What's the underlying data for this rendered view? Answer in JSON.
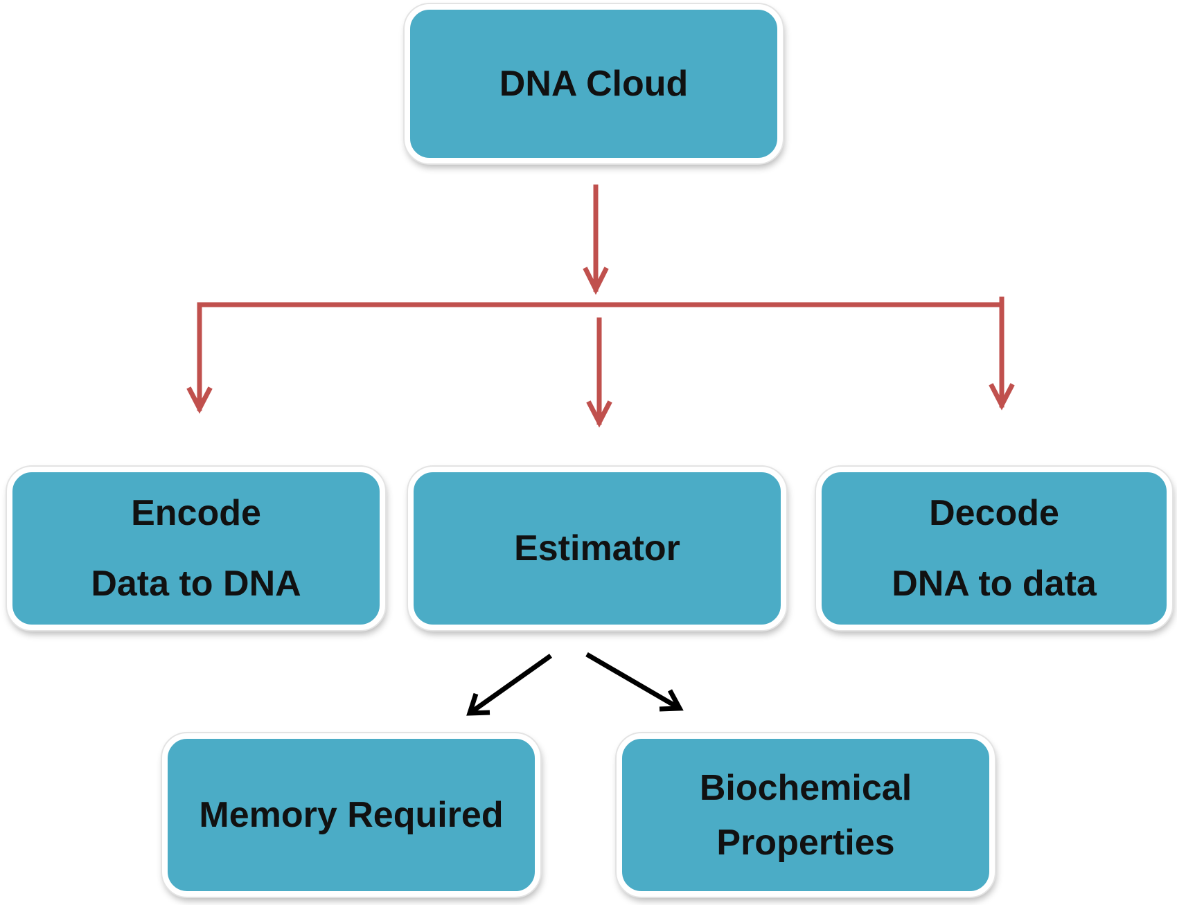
{
  "nodes": {
    "root": {
      "label": "DNA Cloud"
    },
    "encode": {
      "title": "Encode",
      "subtitle": "Data to DNA"
    },
    "estimator": {
      "label": "Estimator"
    },
    "decode": {
      "title": "Decode",
      "subtitle": "DNA to data"
    },
    "memory": {
      "label": "Memory Required"
    },
    "biochemical": {
      "line1": "Biochemical",
      "line2": "Properties"
    }
  },
  "colors": {
    "node_fill": "#4BACC6",
    "primary_arrow": "#C0504D",
    "secondary_arrow": "#000000"
  }
}
